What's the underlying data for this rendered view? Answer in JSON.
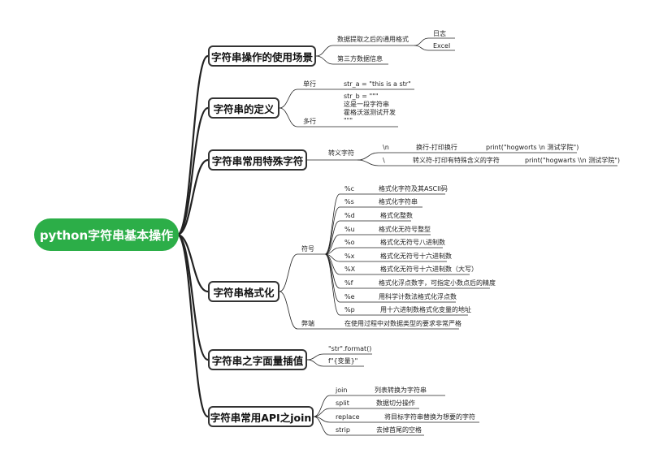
{
  "root": "python字符串基本操作",
  "topics": [
    {
      "title": "字符串操作的使用场景",
      "items": [
        {
          "text": "数据提取之后的通用格式",
          "children": [
            "日志",
            "Excel"
          ]
        },
        {
          "text": "第三方数据信息"
        }
      ]
    },
    {
      "title": "字符串的定义",
      "items": [
        {
          "text": "单行",
          "value": "str_a = \"this is a str\""
        },
        {
          "text": "多行",
          "value": "str_b = \"\"\"\n这是一段字符串\n霍格沃滋测试开发\n\"\"\""
        }
      ]
    },
    {
      "title": "字符串常用特殊字符",
      "items": [
        {
          "text": "转义字符",
          "rows": [
            {
              "symbol": "\\n",
              "desc": "换行-打印换行",
              "example": "print(\"hogworts \\n 测试学院\")"
            },
            {
              "symbol": "\\",
              "desc": "转义符-打印有特殊含义的字符",
              "example": "print(\"hogwarts \\\\n 测试学院\")"
            }
          ]
        }
      ]
    },
    {
      "title": "字符串格式化",
      "items": [
        {
          "text": "符号",
          "rows": [
            {
              "symbol": "%c",
              "desc": "格式化字符及其ASCII码"
            },
            {
              "symbol": "%s",
              "desc": "格式化字符串"
            },
            {
              "symbol": "%d",
              "desc": "格式化整数"
            },
            {
              "symbol": "%u",
              "desc": "格式化无符号整型"
            },
            {
              "symbol": "%o",
              "desc": "格式化无符号八进制数"
            },
            {
              "symbol": "%x",
              "desc": "格式化无符号十六进制数"
            },
            {
              "symbol": "%X",
              "desc": "格式化无符号十六进制数（大写）"
            },
            {
              "symbol": "%f",
              "desc": "格式化浮点数字，可指定小数点后的精度"
            },
            {
              "symbol": "%e",
              "desc": "用科学计数法格式化浮点数"
            },
            {
              "symbol": "%p",
              "desc": "用十六进制数格式化变量的地址"
            }
          ]
        },
        {
          "text": "弊端",
          "value": "在使用过程中对数据类型的要求非常严格"
        }
      ]
    },
    {
      "title": "字符串之字面量插值",
      "items": [
        {
          "text": "\"str\".format()"
        },
        {
          "text": "f\"{变量}\""
        }
      ]
    },
    {
      "title": "字符串常用API之join",
      "items": [
        {
          "text": "join",
          "value": "列表转换为字符串"
        },
        {
          "text": "split",
          "value": "数据切分操作"
        },
        {
          "text": "replace",
          "value": "将目标字符串替换为想要的字符"
        },
        {
          "text": "strip",
          "value": "去掉首尾的空格"
        }
      ]
    }
  ]
}
